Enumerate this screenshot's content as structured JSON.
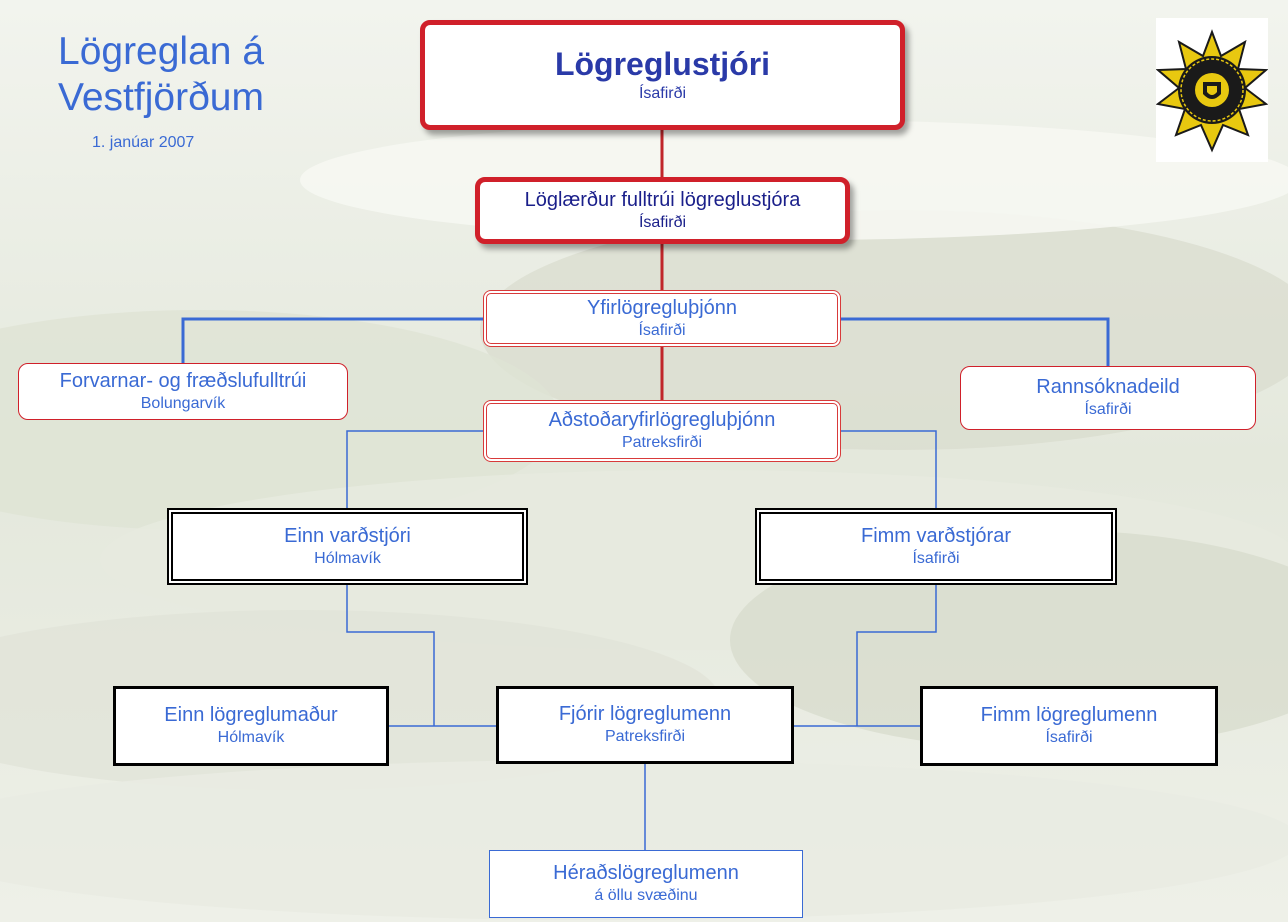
{
  "title": {
    "line1": "Lögreglan á",
    "line2": "Vestfjörðum",
    "date": "1. janúar 2007"
  },
  "nodes": {
    "chief": {
      "name": "Lögreglustjóri",
      "location": "Ísafirði"
    },
    "legal_officer": {
      "name": "Löglærður fulltrúi lögreglustjóra",
      "location": "Ísafirði"
    },
    "chief_inspector": {
      "name": "Yfirlögregluþjónn",
      "location": "Ísafirði"
    },
    "prevention": {
      "name": "Forvarnar- og fræðslufulltrúi",
      "location": "Bolungarvík"
    },
    "investigation": {
      "name": "Rannsóknadeild",
      "location": "Ísafirði"
    },
    "deputy_inspector": {
      "name": "Aðstoðaryfirlögregluþjónn",
      "location": "Patreksfirði"
    },
    "one_sergeant": {
      "name": "Einn varðstjóri",
      "location": "Hólmavík"
    },
    "five_sergeants": {
      "name": "Fimm varðstjórar",
      "location": "Ísafirði"
    },
    "one_officer": {
      "name": "Einn lögreglumaður",
      "location": "Hólmavík"
    },
    "four_officers": {
      "name": "Fjórir lögreglumenn",
      "location": "Patreksfirði"
    },
    "five_officers": {
      "name": "Fimm lögreglumenn",
      "location": "Ísafirði"
    },
    "district_officers": {
      "name": "Héraðslögreglumenn",
      "location": "á öllu svæðinu"
    }
  },
  "colors": {
    "text_blue": "#3a6ad4",
    "dark_blue": "#1a1f8a",
    "red": "#d0202a",
    "connector_red": "#c0262a",
    "connector_blue": "#3a6ad4",
    "badge_gold": "#e8c810"
  },
  "badge": {
    "icon": "police-star-badge-icon"
  }
}
